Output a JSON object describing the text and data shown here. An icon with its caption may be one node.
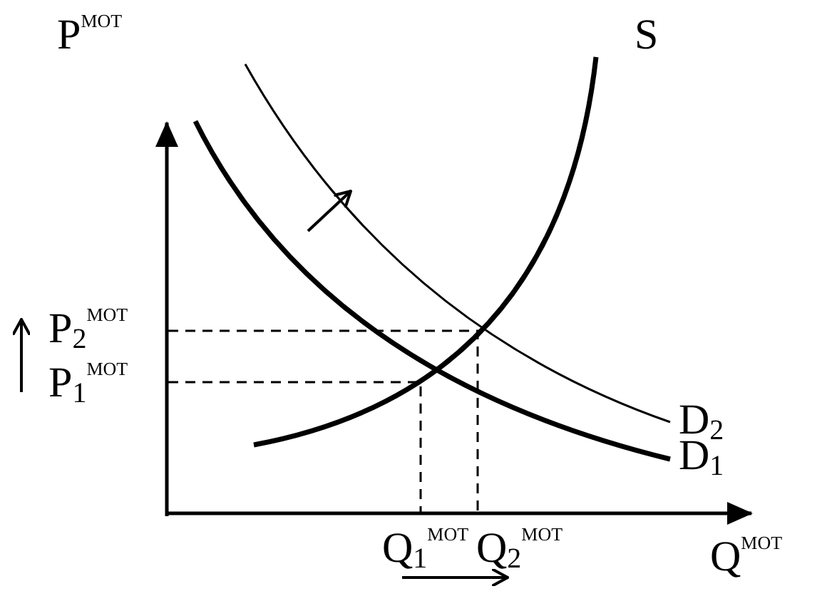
{
  "diagram": {
    "labels": [
      "P$^{MOT}$",
      "S",
      "P$_{2}$$^{MOT}$",
      "P$_{1}$$^{MOT}$",
      "D$_{2}$",
      "D$_{1}$",
      "Q$_{1}$$^{MOT}$",
      "Q$_{2}$$^{MOT}$",
      "Q$^{MOT}$"
    ]
  }
}
